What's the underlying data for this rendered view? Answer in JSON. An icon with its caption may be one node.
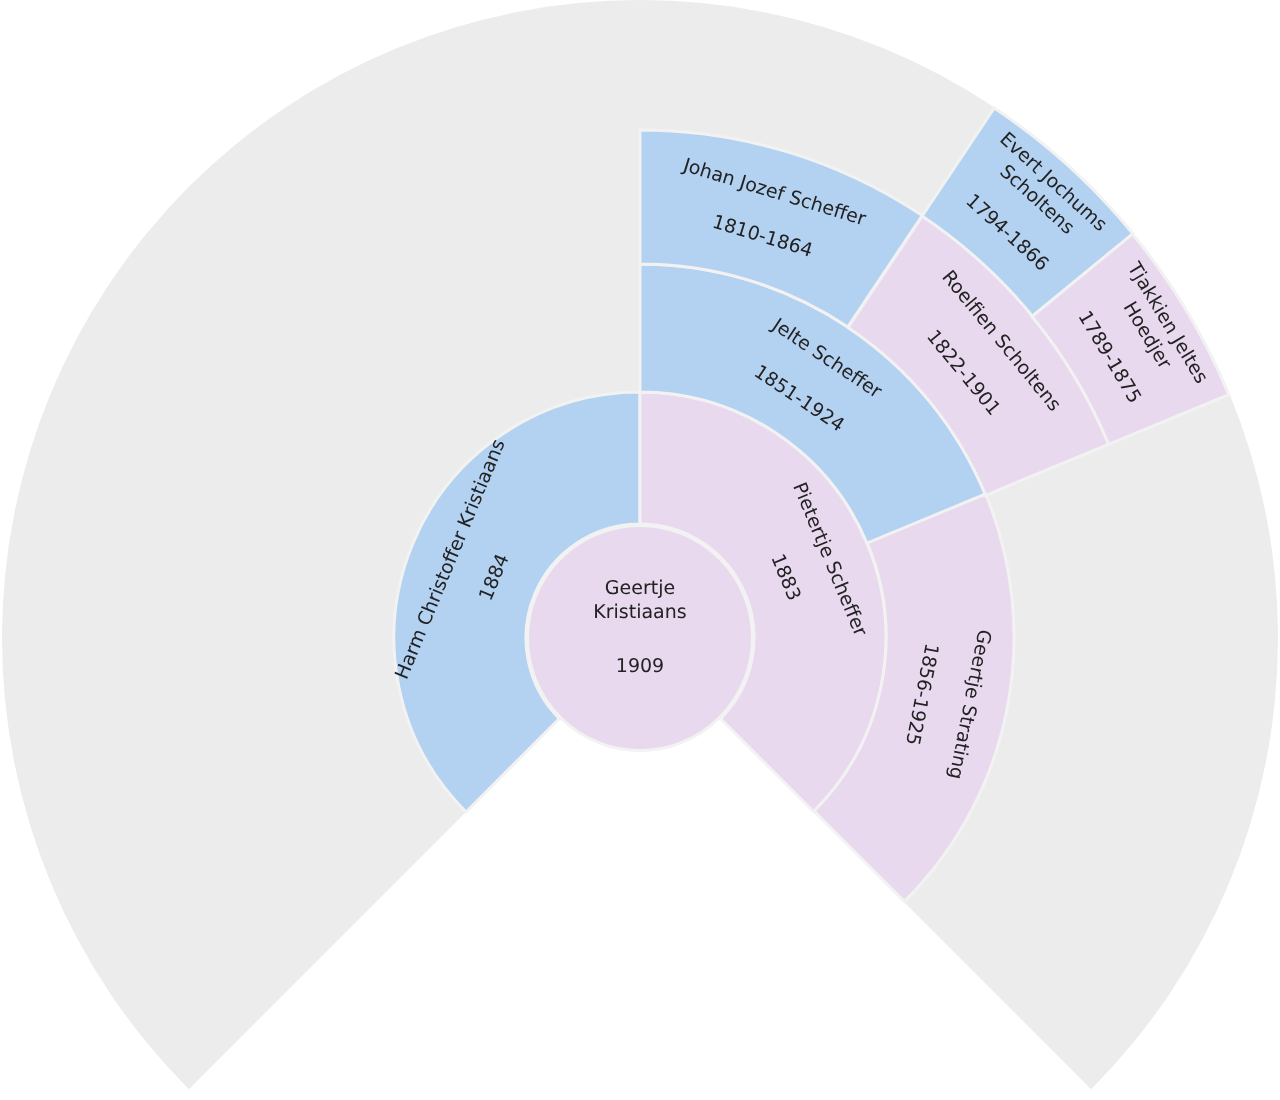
{
  "diagram": {
    "nodes": [
      {
        "text": [
          "Geertje Kristiaans",
          "1909"
        ]
      },
      {
        "text": [
          "Harm Christoffer Kristiaans",
          "1884"
        ]
      },
      {
        "text": [
          "Pietertje Scheffer",
          "1883"
        ]
      },
      {
        "text": [
          "Jelte Scheffer",
          "1851-1924"
        ]
      },
      {
        "text": [
          "Geertje Strating",
          "1856-1925"
        ]
      },
      {
        "text": [
          "Johan Jozef Scheffer",
          "1810-1864"
        ]
      },
      {
        "text": [
          "Roelfien Scholtens",
          "1822-1901"
        ]
      },
      {
        "text": [
          "Evert Jochums Scholtens",
          "1794-1866"
        ]
      },
      {
        "text": [
          "Tjakkien Jeltes Hoedjer",
          "1789-1875"
        ]
      }
    ]
  }
}
